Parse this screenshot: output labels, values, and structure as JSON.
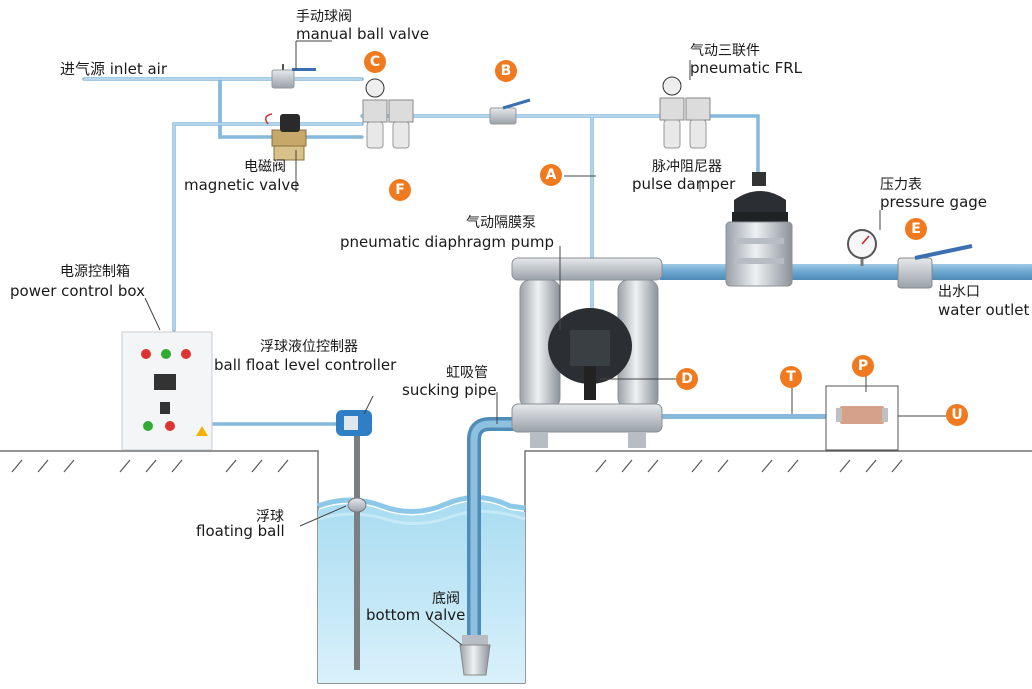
{
  "labels": {
    "inlet_air": "进气源 inlet air",
    "manual_valve_cn": "手动球阀",
    "manual_valve_en": "manual ball valve",
    "frl_cn": "气动三联件",
    "frl_en": "pneumatic FRL",
    "magnetic_cn": "电磁阀",
    "magnetic_en": "magnetic valve",
    "pulse_cn": "脉冲阻尼器",
    "pulse_en": "pulse damper",
    "pressure_cn": "压力表",
    "pressure_en": "pressure gage",
    "pump_cn": "气动隔膜泵",
    "pump_en": "pneumatic diaphragm pump",
    "power_cn": "电源控制箱",
    "power_en": "power control box",
    "outlet_cn": "出水口",
    "outlet_en": "water outlet",
    "float_ctrl_cn": "浮球液位控制器",
    "float_ctrl_en": "ball float level controller",
    "sucking_cn": "虹吸管",
    "sucking_en": "sucking pipe",
    "float_ball_cn": "浮球",
    "float_ball_en": "floating ball",
    "bottom_valve_cn": "底阀",
    "bottom_valve_en": "bottom valve"
  },
  "markers": {
    "A": "A",
    "B": "B",
    "C": "C",
    "D": "D",
    "E": "E",
    "F": "F",
    "P": "P",
    "T": "T",
    "U": "U"
  },
  "colors": {
    "pipe": "#7fb3d6",
    "pipe_dark": "#4f8cb8",
    "air_line": "#86b9dc",
    "marker": "#ef7a1f",
    "water": "#bfe6f5",
    "water_wave": "#8cc9e8",
    "ground": "#555555",
    "steel": "#c8cdd2",
    "pump_dark": "#2b2f33"
  }
}
